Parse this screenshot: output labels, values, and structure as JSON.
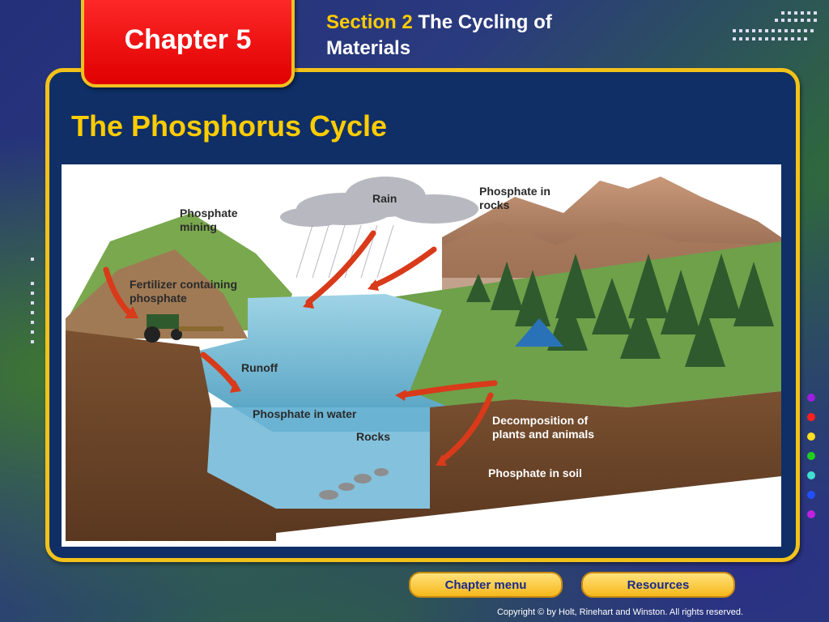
{
  "header": {
    "chapter_label": "Chapter 5",
    "section_prefix": "Section 2",
    "section_title": "The Cycling of Materials"
  },
  "slide": {
    "title": "The Phosphorus Cycle"
  },
  "diagram": {
    "labels": {
      "phosphate_mining": "Phosphate mining",
      "rain": "Rain",
      "phosphate_in_rocks": "Phosphate in rocks",
      "fertilizer": "Fertilizer containing phosphate",
      "runoff": "Runoff",
      "phosphate_in_water": "Phosphate in water",
      "rocks": "Rocks",
      "decomposition": "Decomposition of plants and animals",
      "phosphate_in_soil": "Phosphate in soil"
    }
  },
  "nav": {
    "chapter_menu": "Chapter menu",
    "resources": "Resources"
  },
  "footer": {
    "copyright": "Copyright © by Holt, Rinehart and Winston. All rights reserved."
  },
  "colors": {
    "accent": "#ffcc00",
    "chapter_tab": "#e00000",
    "panel": "#0f2f66",
    "side_dots": [
      "#9b1fe0",
      "#ff2020",
      "#ffe020",
      "#20d020",
      "#40e0d0",
      "#2050ff",
      "#c020e0"
    ]
  }
}
